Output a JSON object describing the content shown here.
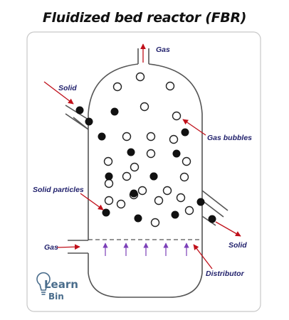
{
  "title": "Fluidized bed reactor (FBR)",
  "labels": {
    "gas_out": "Gas",
    "solid_in": "Solid",
    "gas_bubbles": "Gas bubbles",
    "solid_particles": "Solid particles",
    "solid_out": "Solid",
    "gas_in": "Gas",
    "distributor": "Distributor"
  },
  "logo": {
    "line1": "Learn",
    "line2": "Bin"
  },
  "colors": {
    "vessel": "#555555",
    "arrow": "#c0101a",
    "distributor_arrow": "#7b3fb8",
    "label": "#1f1f6b",
    "logo": "#4a6d8c",
    "frame": "#c8c8c8"
  },
  "particles": {
    "gas_bubbles": 24,
    "solid_particles": 17
  }
}
